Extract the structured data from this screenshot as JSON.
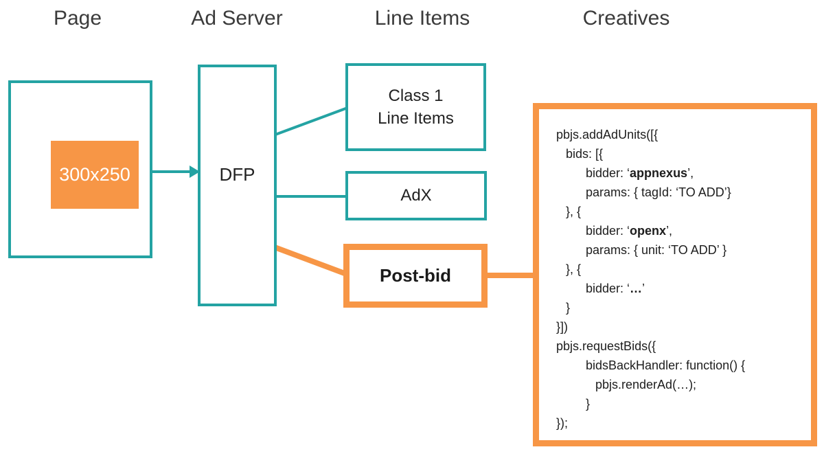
{
  "headings": {
    "page": "Page",
    "ad_server": "Ad Server",
    "line_items": "Line Items",
    "creatives": "Creatives"
  },
  "page_box": {
    "ad_slot_label": "300x250"
  },
  "ad_server_box": {
    "label": "DFP"
  },
  "line_item_boxes": {
    "class1": {
      "line1": "Class 1",
      "line2": "Line Items"
    },
    "adx": {
      "label": "AdX"
    },
    "postbid": {
      "label": "Post-bid"
    }
  },
  "colors": {
    "teal": "#24a3a3",
    "orange": "#f79646",
    "heading_text": "#3b3b3b",
    "code_text": "#1d1d1d"
  },
  "code_panel": {
    "lines": [
      {
        "indent": 0,
        "segments": [
          {
            "text": "pbjs.addAdUnits([{",
            "bold": false
          }
        ]
      },
      {
        "indent": 1,
        "segments": [
          {
            "text": "bids: [{",
            "bold": false
          }
        ]
      },
      {
        "indent": 2,
        "segments": [
          {
            "text": "bidder: ‘",
            "bold": false
          },
          {
            "text": "appnexus",
            "bold": true
          },
          {
            "text": "’,",
            "bold": false
          }
        ]
      },
      {
        "indent": 2,
        "segments": [
          {
            "text": "params: { tagId: ‘TO ADD’}",
            "bold": false
          }
        ]
      },
      {
        "indent": 1,
        "segments": [
          {
            "text": "}, {",
            "bold": false
          }
        ]
      },
      {
        "indent": 2,
        "segments": [
          {
            "text": "bidder: ‘",
            "bold": false
          },
          {
            "text": "openx",
            "bold": true
          },
          {
            "text": "’,",
            "bold": false
          }
        ]
      },
      {
        "indent": 2,
        "segments": [
          {
            "text": "params: { unit: ‘TO ADD’ }",
            "bold": false
          }
        ]
      },
      {
        "indent": 1,
        "segments": [
          {
            "text": "}, {",
            "bold": false
          }
        ]
      },
      {
        "indent": 2,
        "segments": [
          {
            "text": "bidder: ‘",
            "bold": false
          },
          {
            "text": "…",
            "bold": true
          },
          {
            "text": "’",
            "bold": false
          }
        ]
      },
      {
        "indent": 1,
        "segments": [
          {
            "text": "}",
            "bold": false
          }
        ]
      },
      {
        "indent": 0,
        "segments": [
          {
            "text": "}])",
            "bold": false
          }
        ]
      },
      {
        "indent": 0,
        "segments": [
          {
            "text": "pbjs.requestBids({",
            "bold": false
          }
        ]
      },
      {
        "indent": 2,
        "segments": [
          {
            "text": "bidsBackHandler: function() {",
            "bold": false
          }
        ]
      },
      {
        "indent": 3,
        "segments": [
          {
            "text": "pbjs.renderAd(…);",
            "bold": false
          }
        ]
      },
      {
        "indent": 2,
        "segments": [
          {
            "text": "}",
            "bold": false
          }
        ]
      },
      {
        "indent": 0,
        "segments": [
          {
            "text": "});",
            "bold": false
          }
        ]
      }
    ]
  }
}
